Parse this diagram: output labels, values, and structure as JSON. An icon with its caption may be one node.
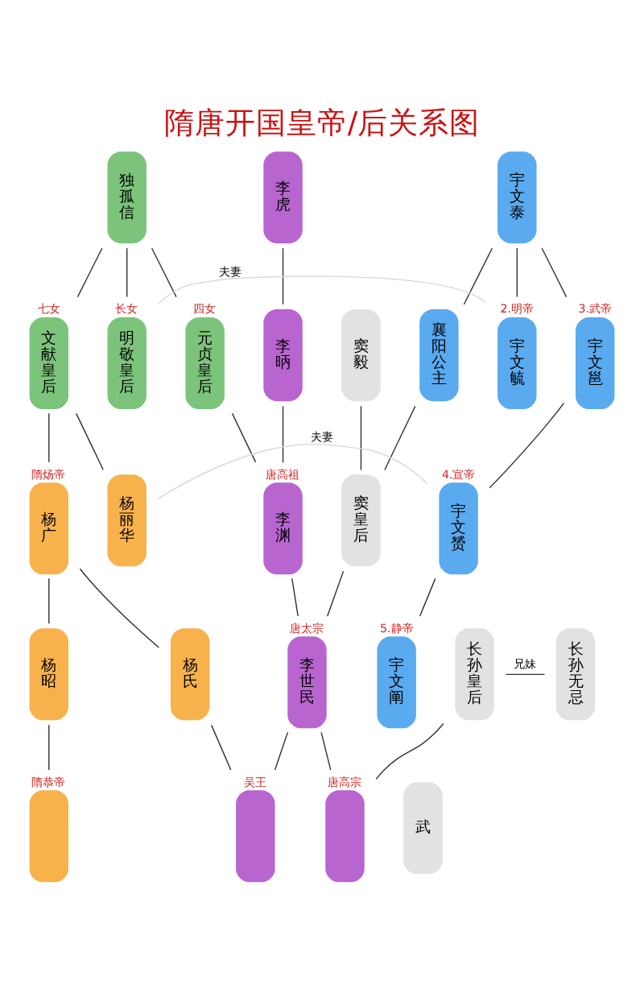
{
  "diagram": {
    "title": "隋唐开国皇帝/后关系图",
    "nodes": [
      {
        "text": [
          "李虎"
        ]
      },
      {
        "text": [
          "独孤信"
        ]
      },
      {
        "text": [
          "宇文泰"
        ]
      },
      {
        "text": [
          "文献皇后"
        ],
        "beside": [
          "七女"
        ]
      },
      {
        "text": [
          "李昞"
        ]
      },
      {
        "text": [
          "元贞皇后"
        ],
        "beside": [
          "四女"
        ]
      },
      {
        "text": [
          "明敬皇后"
        ],
        "beside": [
          "长女"
        ]
      },
      {
        "text": [
          "窦毅"
        ]
      },
      {
        "text": [
          "襄阳公主"
        ]
      },
      {
        "text": [
          "宇文邕"
        ],
        "beside": [
          "3.武帝"
        ]
      },
      {
        "text": [
          "宇文毓"
        ],
        "beside": [
          "2.明帝"
        ]
      },
      {
        "text": [
          "杨广"
        ],
        "beside": [
          "隋炀帝"
        ]
      },
      {
        "text": [
          "杨丽华"
        ]
      },
      {
        "text": [
          "李渊"
        ],
        "beside": [
          "唐高祖"
        ]
      },
      {
        "text": [
          "窦皇后"
        ]
      },
      {
        "text": [
          "宇文赟"
        ],
        "beside": [
          "4.宣帝"
        ]
      },
      {
        "text": [
          "杨昭"
        ]
      },
      {
        "text": [
          "杨氏"
        ]
      },
      {
        "text": [
          "李世民"
        ],
        "beside": [
          "唐太宗"
        ]
      },
      {
        "text": [
          "长孙皇后"
        ]
      },
      {
        "text": [
          "长孙无忌"
        ]
      },
      {
        "text": [
          "宇文阐"
        ],
        "beside": [
          "5.静帝"
        ]
      },
      {
        "text": [],
        "shape": "box",
        "beside": [
          "隋恭帝"
        ]
      },
      {
        "text": [],
        "shape": "box",
        "beside": [
          "吴王"
        ]
      },
      {
        "text": [],
        "shape": "box",
        "beside": [
          "唐高宗"
        ]
      },
      {
        "text": [
          "武"
        ]
      }
    ],
    "edges": [
      {
        "from": 1,
        "to": 3,
        "arrow": "none"
      },
      {
        "from": 1,
        "to": 5,
        "arrow": "none"
      },
      {
        "from": 1,
        "to": 6,
        "arrow": "none"
      },
      {
        "from": 0,
        "to": 4,
        "arrow": "none"
      },
      {
        "from": 2,
        "to": 8,
        "arrow": "none"
      },
      {
        "from": 2,
        "to": 9,
        "arrow": "none"
      },
      {
        "from": 2,
        "to": 10,
        "arrow": "none"
      },
      {
        "from": 3,
        "to": 11,
        "arrow": "none"
      },
      {
        "from": 3,
        "to": 12,
        "arrow": "none"
      },
      {
        "from": 4,
        "to": 13,
        "arrow": "none"
      },
      {
        "from": 5,
        "to": 13,
        "arrow": "none"
      },
      {
        "from": 7,
        "to": 14,
        "arrow": "none"
      },
      {
        "from": 8,
        "to": 14,
        "arrow": "none"
      },
      {
        "from": 9,
        "to": 15,
        "arrow": "none"
      },
      {
        "from": 6,
        "to": 10,
        "arrow": "none",
        "label": "夫妻",
        "color": "#d9d9d9"
      },
      {
        "from": 12,
        "to": 15,
        "arrow": "none",
        "label": "夫妻",
        "color": "#d9d9d9"
      },
      {
        "from": 13,
        "to": 18,
        "arrow": "none"
      },
      {
        "from": 14,
        "to": 18,
        "arrow": "none"
      },
      {
        "from": 15,
        "to": 21,
        "arrow": "none"
      },
      {
        "from": 11,
        "to": 16,
        "arrow": "none"
      },
      {
        "from": 11,
        "to": 17,
        "arrow": "none"
      },
      {
        "from": 16,
        "to": 22,
        "arrow": "none"
      },
      {
        "from": 19,
        "to": 20,
        "arrow": "none",
        "label": "兄妹"
      },
      {
        "from": 17,
        "to": 23,
        "arrow": "none"
      },
      {
        "from": 18,
        "to": 23,
        "arrow": "none"
      },
      {
        "from": 18,
        "to": 24,
        "arrow": "none"
      },
      {
        "from": 19,
        "to": 24,
        "arrow": "none"
      }
    ]
  }
}
